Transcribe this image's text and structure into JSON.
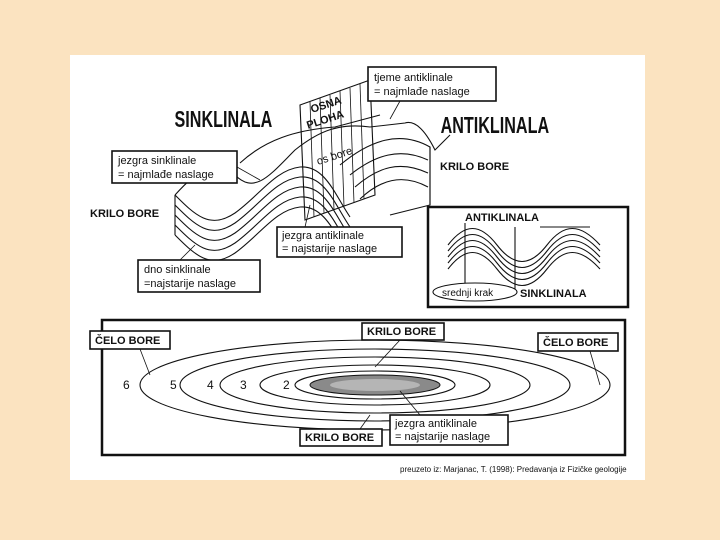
{
  "block": {
    "title_left": "SINKLINALA",
    "title_right": "ANTIKLINALA",
    "crest_label_line1": "tjeme antiklinale",
    "crest_label_line2": "= najmlađe naslage",
    "axial_plane_line1": "OSNA",
    "axial_plane_line2": "PLOHA",
    "axis_label": "os bore",
    "limb_right": "KRILO BORE",
    "limb_left": "KRILO BORE",
    "sync_core_line1": "jezgra sinklinale",
    "sync_core_line2": "= najmlađe naslage",
    "anti_core_line1": "jezgra antiklinale",
    "anti_core_line2": "= najstarije naslage",
    "trough_line1": "dno sinklinale",
    "trough_line2": "=najstarije naslage"
  },
  "inset": {
    "top_label": "ANTIKLINALA",
    "bottom_label": "SINKLINALA",
    "middle_label": "srednji krak"
  },
  "plan": {
    "nose_left": "ČELO BORE",
    "nose_right": "ČELO BORE",
    "limb_top": "KRILO BORE",
    "limb_bottom": "KRILO BORE",
    "core_line1": "jezgra antiklinale",
    "core_line2": "= najstarije naslage",
    "rings": [
      "6",
      "5",
      "4",
      "3",
      "2"
    ]
  },
  "credit": "preuzeto iz: Marjanac, T. (1998): Predavanja iz Fizičke geologije"
}
